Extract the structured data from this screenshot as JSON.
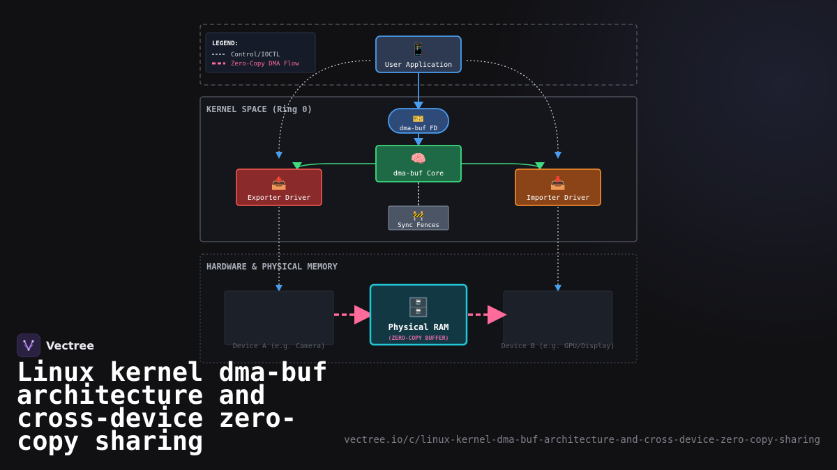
{
  "legend": {
    "title": "LEGEND:",
    "control": "Control/IOCTL",
    "dma": "Zero-Copy DMA Flow"
  },
  "zones": {
    "kernel": "KERNEL SPACE (Ring 0)",
    "hardware": "HARDWARE & PHYSICAL MEMORY"
  },
  "nodes": {
    "user_app": {
      "icon": "📱",
      "label": "User Application"
    },
    "dma_fd": {
      "icon": "🎫",
      "label": "dma-buf FD"
    },
    "core": {
      "icon": "🧠",
      "label": "dma-buf Core"
    },
    "exporter": {
      "icon": "📤",
      "label": "Exporter Driver"
    },
    "importer": {
      "icon": "📥",
      "label": "Importer Driver"
    },
    "fences": {
      "icon": "🚧",
      "label": "Sync Fences"
    },
    "ram": {
      "icon": "🗄️",
      "label": "Physical RAM",
      "sub": "(ZERO-COPY BUFFER)"
    },
    "device_a": {
      "label": "Device A (e.g. Camera)"
    },
    "device_b": {
      "label": "Device B (e.g. GPU/Display)"
    }
  },
  "colors": {
    "control_line": "#cfd3dc",
    "dma_flow": "#ff6b9a",
    "blue": "#4a9ef0",
    "green": "#3fdc7f",
    "cyan": "#22c7d6",
    "exporter": "#e5534b",
    "importer": "#e8872c"
  },
  "brand": {
    "name": "Vectree"
  },
  "title": "Linux kernel dma-buf architecture and cross-device zero-copy sharing",
  "url": "vectree.io/c/linux-kernel-dma-buf-architecture-and-cross-device-zero-copy-sharing"
}
